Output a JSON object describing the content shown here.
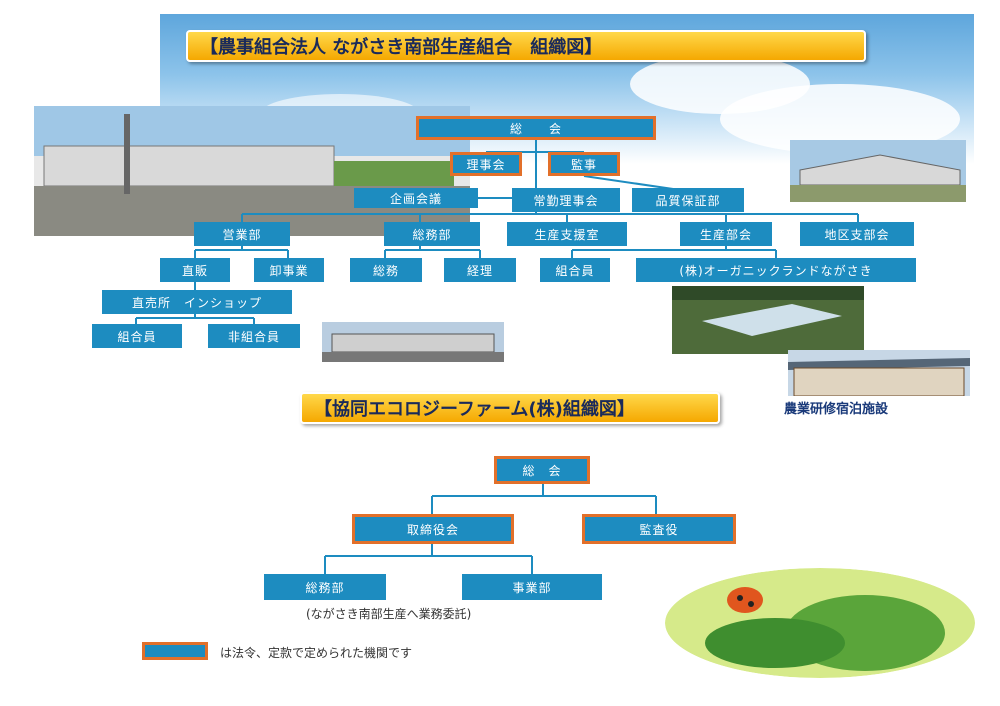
{
  "colors": {
    "box_fill": "#1d8cc0",
    "legal_border": "#e2702a",
    "banner": "#f5b800",
    "banner_text": "#1a2a5a"
  },
  "chart1": {
    "title": "【農事組合法人 ながさき南部生産組合　組織図】",
    "general_meeting": "総　　会",
    "board": "理事会",
    "auditor": "監事",
    "planning": "企画会議",
    "standing_board": "常勤理事会",
    "quality": "品質保証部",
    "sales": "営業部",
    "general_affairs": "総務部",
    "production_support": "生産支援室",
    "production_committee": "生産部会",
    "regional_branch": "地区支部会",
    "direct_sales": "直販",
    "wholesale": "卸事業",
    "ga_general": "総務",
    "accounting": "経理",
    "members_a": "組合員",
    "organic_co": "(株)オーガニックランドながさき",
    "shops": "直売所　インショップ",
    "members_b": "組合員",
    "non_members": "非組合員"
  },
  "chart2": {
    "title": "【協同エコロジーファーム(株)組織図】",
    "general_meeting": "総　会",
    "directors": "取締役会",
    "auditor": "監査役",
    "general_affairs": "総務部",
    "operations": "事業部",
    "note": "(ながさき南部生産へ業務委託)"
  },
  "photo_caption": "農業研修宿泊施設",
  "legend": "は法令、定款で定められた機関です"
}
